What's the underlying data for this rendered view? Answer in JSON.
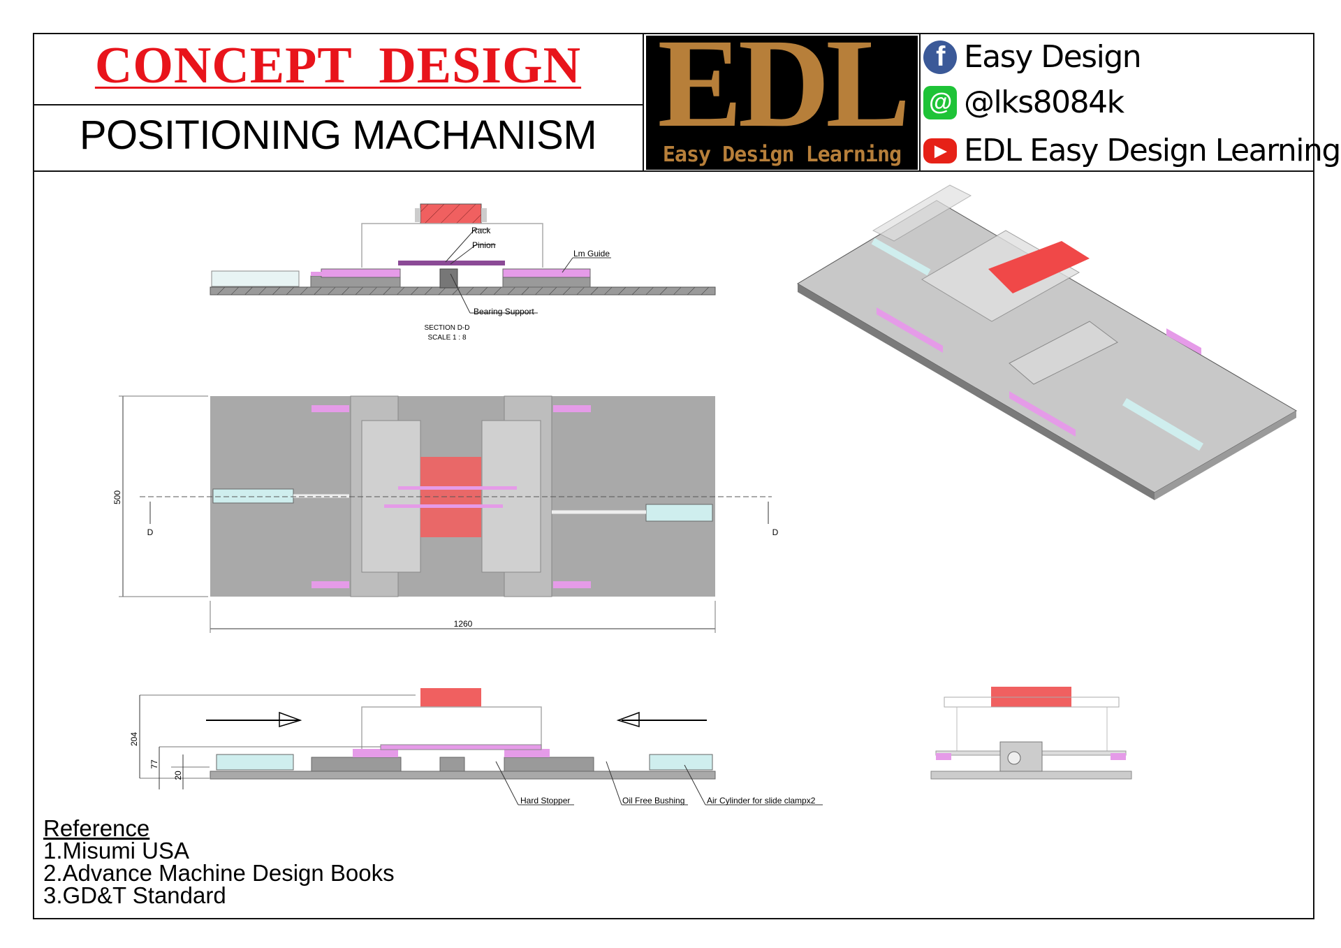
{
  "header": {
    "title": "CONCEPT  DESIGN",
    "subtitle": "POSITIONING MACHANISM",
    "logo": {
      "main": "EDL",
      "tagline": "Easy Design Learning"
    },
    "social": [
      {
        "icon": "facebook-icon",
        "label": "Easy Design"
      },
      {
        "icon": "line-at-icon",
        "label": "@lks8084k"
      },
      {
        "icon": "youtube-icon",
        "label": "EDL Easy Design Learning"
      }
    ]
  },
  "section_view": {
    "callouts": {
      "rack": "Rack",
      "pinion": "Pinion",
      "lm_guide": "Lm Guide",
      "bearing_support": "Bearing Support"
    },
    "caption": "SECTION D-D",
    "scale": "SCALE 1 : 8"
  },
  "plan_view": {
    "dim_height": "500",
    "dim_width": "1260",
    "section_mark_left": "D",
    "section_mark_right": "D"
  },
  "front_view": {
    "dims": {
      "overall": "204",
      "mid": "77",
      "base": "20"
    },
    "callouts": {
      "hard_stopper": "Hard Stopper",
      "bushing": "Oil Free Bushing",
      "cylinder": "Air Cylinder for slide clampx2"
    }
  },
  "reference": {
    "heading": "Reference",
    "items": [
      "1.Misumi USA",
      "2.Advance Machine Design Books",
      "3.GD&T Standard"
    ]
  },
  "colors": {
    "title": "#e8141b",
    "logo": "#b77f3a",
    "workpiece": "#f06060",
    "guide": "#e59be8",
    "plate": "#a9a9a9"
  }
}
